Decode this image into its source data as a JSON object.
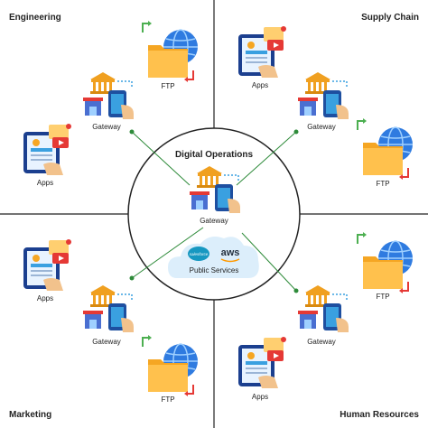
{
  "quadrants": {
    "top_left": "Engineering",
    "top_right": "Supply Chain",
    "bottom_left": "Marketing",
    "bottom_right": "Human Resources"
  },
  "center": {
    "title": "Digital Operations",
    "gateway": "Gateway",
    "public_services": "Public Services",
    "salesforce": "salesforce",
    "aws": "aws"
  },
  "nodes": {
    "ftp": "FTP",
    "apps": "Apps",
    "gateway": "Gateway"
  },
  "colors": {
    "line": "#2e8b3a",
    "globe": "#2f7be0",
    "folder": "#f5a623",
    "ftp_text": "#e53935",
    "gateway_building": "#f0a020",
    "phone": "#3aa0e0",
    "cloud": "#dceefb"
  }
}
